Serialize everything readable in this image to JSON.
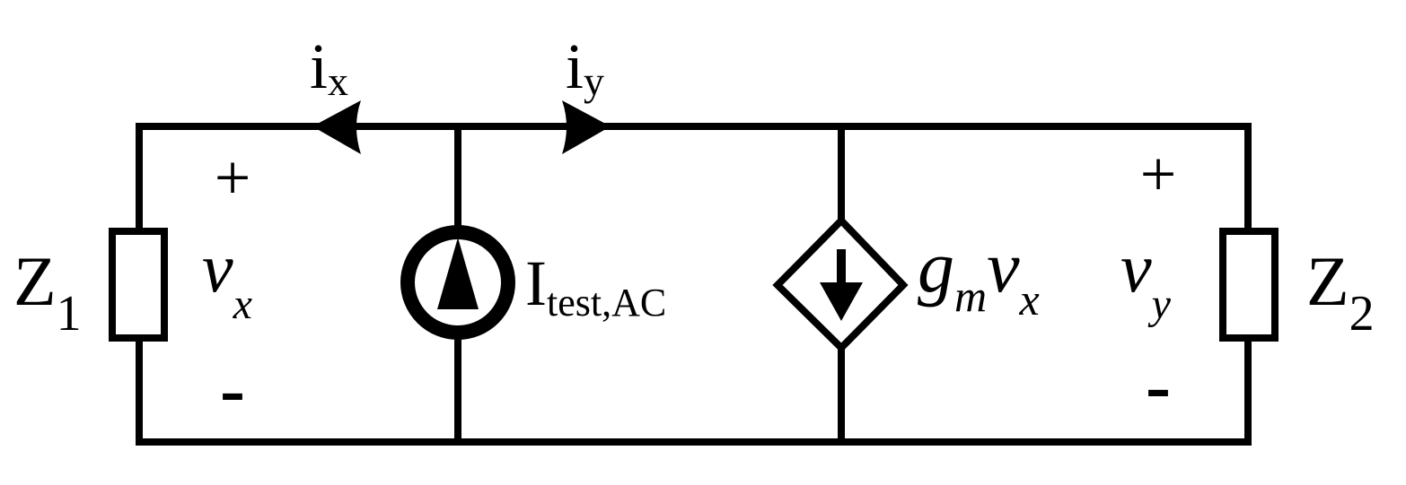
{
  "z1": {
    "name": "Z",
    "sub": "1"
  },
  "z2": {
    "name": "Z",
    "sub": "2"
  },
  "vx": {
    "name": "v",
    "sub": "x"
  },
  "vy": {
    "name": "v",
    "sub": "y"
  },
  "ix": {
    "name": "i",
    "sub": "x"
  },
  "iy": {
    "name": "i",
    "sub": "y"
  },
  "itest": {
    "name": "I",
    "sub": "test,AC"
  },
  "gm": {
    "g": "g",
    "m": "m",
    "v": "v",
    "x": "x"
  },
  "polarity": {
    "plus": "+",
    "minus": "-"
  }
}
